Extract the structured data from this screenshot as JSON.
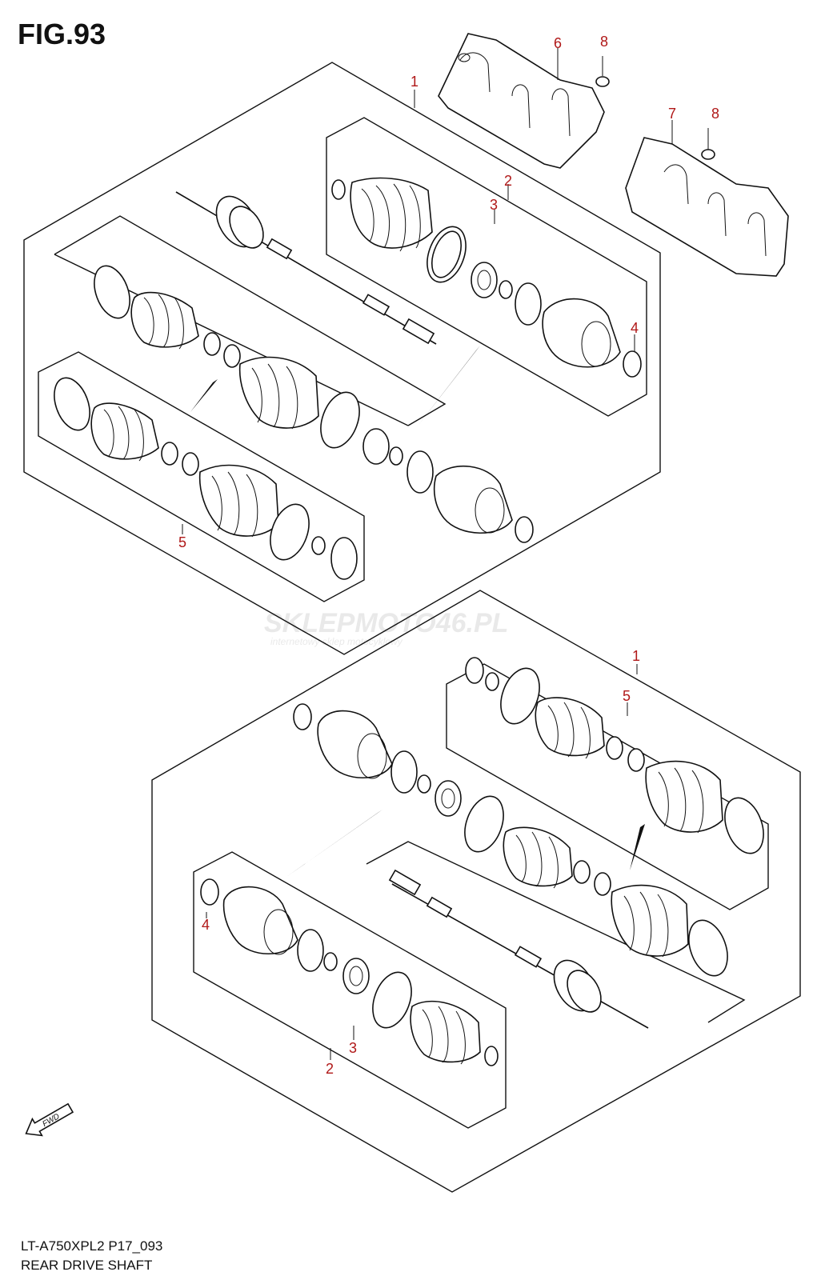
{
  "figure": {
    "title": "FIG.93"
  },
  "footer": {
    "code": "LT-A750XPL2 P17_093",
    "name": "REAR DRIVE SHAFT"
  },
  "watermark": {
    "text": "SKLEPMOTO46.PL",
    "subtitle": "internetowy sklep motocyklowy"
  },
  "fwd_label": "FWD",
  "callouts": {
    "top": {
      "c1": "1",
      "c2": "2",
      "c3": "3",
      "c4": "4",
      "c5": "5",
      "c6": "6",
      "c7": "7",
      "c8a": "8",
      "c8b": "8"
    },
    "bottom": {
      "c1": "1",
      "c2": "2",
      "c3": "3",
      "c4": "4",
      "c5": "5"
    }
  },
  "colors": {
    "callout": "#b01818",
    "line": "#111111",
    "watermark": "#d8d8d8"
  }
}
